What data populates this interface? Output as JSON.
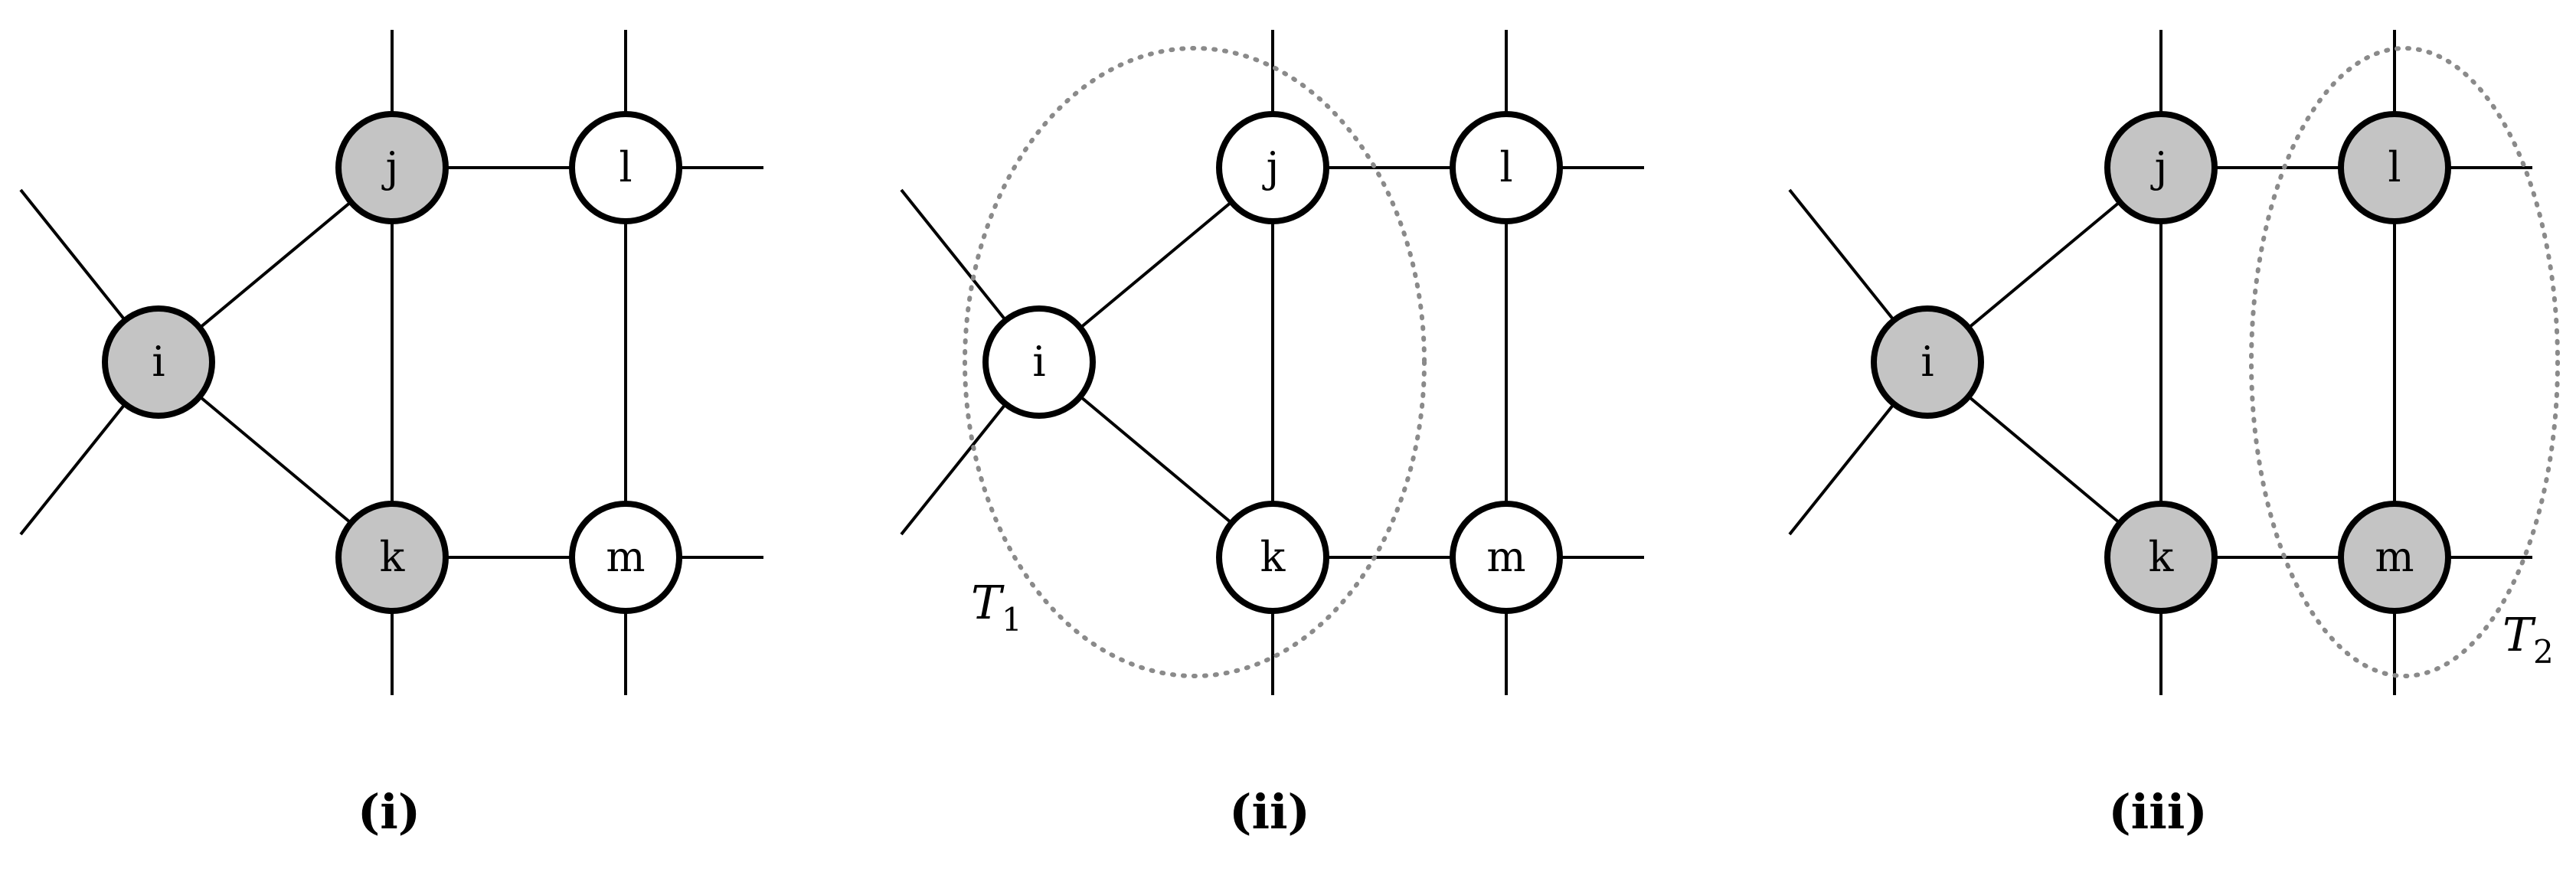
{
  "colors": {
    "shaded_fill": "#c4c4c4",
    "unshaded_fill": "#ffffff",
    "stroke": "#000000",
    "dotted_outline": "#8a8a8a"
  },
  "panels": [
    {
      "label": "(i)",
      "nodes": [
        {
          "id": "i",
          "label": "i",
          "shaded": true
        },
        {
          "id": "j",
          "label": "j",
          "shaded": true
        },
        {
          "id": "k",
          "label": "k",
          "shaded": true
        },
        {
          "id": "l",
          "label": "l",
          "shaded": false
        },
        {
          "id": "m",
          "label": "m",
          "shaded": false
        }
      ],
      "edges": [
        [
          "i",
          "j"
        ],
        [
          "i",
          "k"
        ],
        [
          "j",
          "k"
        ],
        [
          "j",
          "l"
        ],
        [
          "k",
          "m"
        ],
        [
          "l",
          "m"
        ]
      ],
      "cluster": null
    },
    {
      "label": "(ii)",
      "nodes": [
        {
          "id": "i",
          "label": "i",
          "shaded": false
        },
        {
          "id": "j",
          "label": "j",
          "shaded": false
        },
        {
          "id": "k",
          "label": "k",
          "shaded": false
        },
        {
          "id": "l",
          "label": "l",
          "shaded": false
        },
        {
          "id": "m",
          "label": "m",
          "shaded": false
        }
      ],
      "edges": [
        [
          "i",
          "j"
        ],
        [
          "i",
          "k"
        ],
        [
          "j",
          "k"
        ],
        [
          "j",
          "l"
        ],
        [
          "k",
          "m"
        ],
        [
          "l",
          "m"
        ]
      ],
      "cluster": {
        "name": "T",
        "subscript": "1",
        "members": [
          "i",
          "j",
          "k"
        ]
      }
    },
    {
      "label": "(iii)",
      "nodes": [
        {
          "id": "i",
          "label": "i",
          "shaded": true
        },
        {
          "id": "j",
          "label": "j",
          "shaded": true
        },
        {
          "id": "k",
          "label": "k",
          "shaded": true
        },
        {
          "id": "l",
          "label": "l",
          "shaded": true
        },
        {
          "id": "m",
          "label": "m",
          "shaded": true
        }
      ],
      "edges": [
        [
          "i",
          "j"
        ],
        [
          "i",
          "k"
        ],
        [
          "j",
          "k"
        ],
        [
          "j",
          "l"
        ],
        [
          "k",
          "m"
        ],
        [
          "l",
          "m"
        ]
      ],
      "cluster": {
        "name": "T",
        "subscript": "2",
        "members": [
          "l",
          "m"
        ]
      }
    }
  ]
}
